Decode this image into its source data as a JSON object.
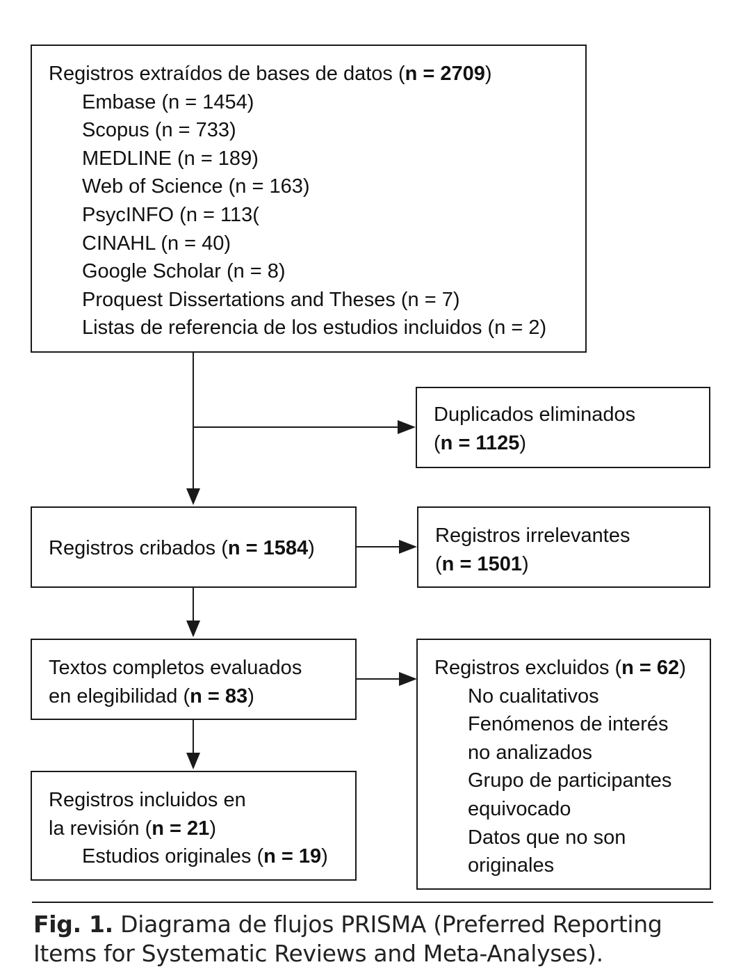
{
  "boxes": {
    "identified": {
      "title_pre": "Registros extraídos de bases de datos (",
      "title_bold": "n = 2709",
      "title_post": ")",
      "sources": [
        "Embase (n = 1454)",
        "Scopus (n = 733)",
        "MEDLINE (n = 189)",
        "Web of Science (n = 163)",
        "PsycINFO (n = 113(",
        "CINAHL (n = 40)",
        "Google Scholar (n = 8)",
        "Proquest Dissertations and Theses (n = 7)",
        "Listas de referencia de los estudios incluidos (n = 2)"
      ]
    },
    "duplicates": {
      "line1": "Duplicados eliminados",
      "pre": "(",
      "bold": "n = 1125",
      "post": ")"
    },
    "screened": {
      "pre": "Registros cribados (",
      "bold": "n = 1584",
      "post": ")"
    },
    "irrelevant": {
      "line1": "Registros irrelevantes",
      "pre": "(",
      "bold": "n = 1501",
      "post": ")"
    },
    "fulltext": {
      "line1": "Textos completos evaluados",
      "pre": "en elegibilidad (",
      "bold": "n = 83",
      "post": ")"
    },
    "excluded": {
      "pre": "Registros excluidos (",
      "bold": "n = 62",
      "post": ")",
      "reasons": [
        "No cualitativos",
        "Fenómenos de interés",
        "no analizados",
        "Grupo de participantes",
        "equivocado",
        "Datos que no son",
        "originales"
      ]
    },
    "included": {
      "line1": "Registros incluidos en",
      "pre": "la revisión (",
      "bold": "n = 21",
      "post": ")",
      "sub_pre": "Estudios originales (",
      "sub_bold": "n = 19",
      "sub_post": ")"
    }
  },
  "caption": {
    "label": "Fig. 1.",
    "text": " Diagrama de flujos PRISMA (Preferred Reporting Items for Systematic Reviews and Meta-Analyses)."
  },
  "colors": {
    "line": "#1a1a1a",
    "text": "#111111"
  }
}
